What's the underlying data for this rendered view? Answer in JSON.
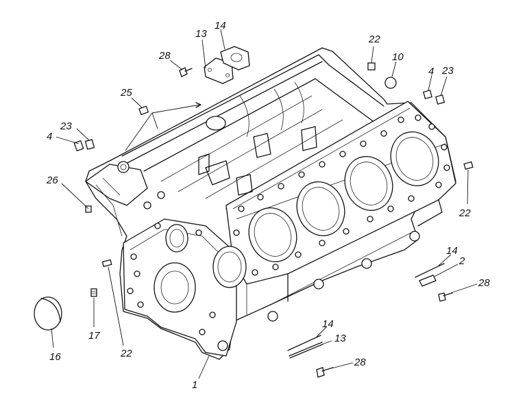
{
  "labels": {
    "l1": "1",
    "l2": "2",
    "l4a": "4",
    "l4b": "4",
    "l10": "10",
    "l13a": "13",
    "l13b": "13",
    "l14a": "14",
    "l14b": "14",
    "l14c": "14",
    "l16": "16",
    "l17": "17",
    "l22a": "22",
    "l22b": "22",
    "l22c": "22",
    "l23a": "23",
    "l23b": "23",
    "l25": "25",
    "l26": "26",
    "l28a": "28",
    "l28b": "28",
    "l28c": "28"
  },
  "colors": {
    "line": "#111111",
    "background": "#ffffff",
    "watermark": "#cfcfcf"
  }
}
